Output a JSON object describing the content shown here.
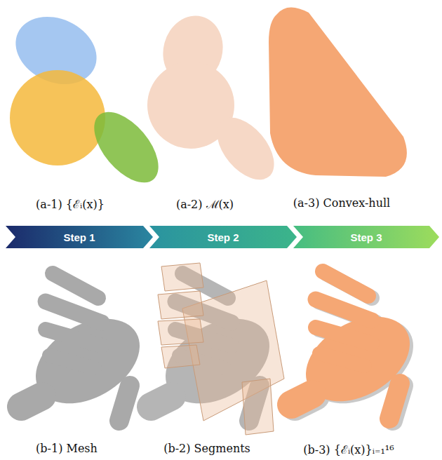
{
  "diagram": {
    "nodes": [
      {
        "text": [
          "Step 1"
        ]
      },
      {
        "text": [
          "Step 2"
        ]
      },
      {
        "text": [
          "Step 3"
        ]
      }
    ],
    "labels": [
      "(a-1) {ℰᵢ(x)}",
      "(a-2) ℳ(x)",
      "(a-3) Convex-hull",
      "(b-1) Mesh",
      "(b-2) Segments",
      "(b-3) {ℰᵢ(x)}ᵢ₌₁¹⁶"
    ]
  }
}
